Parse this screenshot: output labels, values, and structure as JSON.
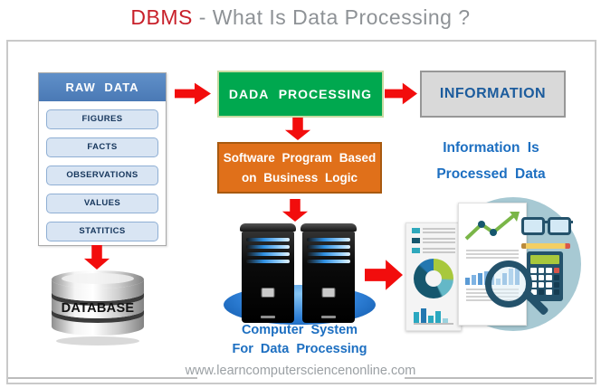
{
  "title": {
    "brand": "DBMS",
    "rest": " - What Is Data Processing ?"
  },
  "raw_data": {
    "header": "RAW DATA",
    "items": [
      "FIGURES",
      "FACTS",
      "OBSERVATIONS",
      "VALUES",
      "STATITICS"
    ]
  },
  "process": {
    "label": "DADA PROCESSING"
  },
  "information": {
    "label": "INFORMATION"
  },
  "software": {
    "line1": "Software Program Based",
    "line2": "on Business Logic"
  },
  "processed_note": {
    "line1": "Information Is",
    "line2": "Processed Data"
  },
  "database": {
    "label": "DATABASE"
  },
  "computer": {
    "line1": "Computer System",
    "line2": "For Data Processing"
  },
  "footer": {
    "url": "www.learncomputersciencenonline.com"
  },
  "colors": {
    "arrow_red": "#f20d0d",
    "processing_green": "#00a84f",
    "software_orange": "#e0701a",
    "raw_header_blue": "#4d7ebf",
    "raw_item_fill": "#d9e5f3",
    "note_blue": "#1d6fc1",
    "information_text_blue": "#1c5c9d",
    "title_red": "#c8202a",
    "title_gray": "#8e9296",
    "teal_circle": "#a7c9d3"
  }
}
